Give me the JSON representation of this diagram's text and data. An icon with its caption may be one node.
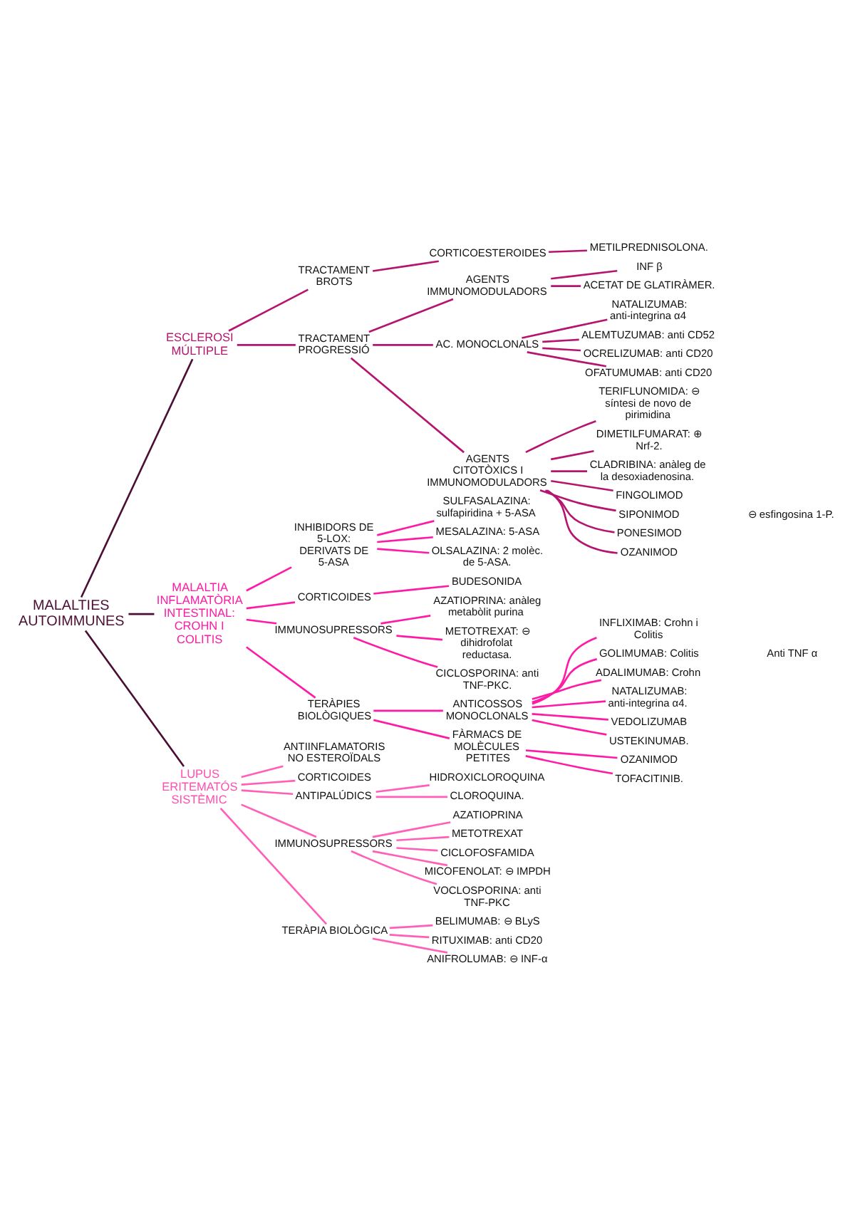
{
  "diagram": {
    "nodes": [
      {
        "text": [
          "MALALTIES AUTOIMMUNES"
        ]
      },
      {
        "text": [
          "ESCLEROSI MÚLTIPLE"
        ]
      },
      {
        "text": [
          "TRACTAMENT BROTS"
        ]
      },
      {
        "text": [
          "CORTICOESTEROIDES"
        ]
      },
      {
        "text": [
          "METILPREDNISOLONA."
        ]
      },
      {
        "text": [
          "TRACTAMENT PROGRESSIÓ"
        ]
      },
      {
        "text": [
          "AGENTS IMMUNOMODULADORS"
        ]
      },
      {
        "text": [
          "INF β"
        ]
      },
      {
        "text": [
          "ACETAT DE GLATIRÀMER."
        ]
      },
      {
        "text": [
          "AC. MONOCLONALS"
        ]
      },
      {
        "text": [
          "NATALIZUMAB: anti-integrina α4"
        ]
      },
      {
        "text": [
          "ALEMTUZUMAB: anti CD52"
        ]
      },
      {
        "text": [
          "OCRELIZUMAB: anti CD20"
        ]
      },
      {
        "text": [
          "OFATUMUMAB: anti CD20"
        ]
      },
      {
        "text": [
          "AGENTS CITOTÒXICS I IMMUNOMODULADORS"
        ]
      },
      {
        "text": [
          "TERIFLUNOMIDA: ⊖ síntesi de novo de pirimidina"
        ]
      },
      {
        "text": [
          "DIMETILFUMARAT: ⊕ Nrf-2."
        ]
      },
      {
        "text": [
          "CLADRIBINA: anàleg de la desoxiadenosina."
        ]
      },
      {
        "text": [
          "FINGOLIMOD"
        ]
      },
      {
        "text": [
          "SIPONIMOD"
        ]
      },
      {
        "text": [
          "PONESIMOD"
        ]
      },
      {
        "text": [
          "OZANIMOD"
        ]
      },
      {
        "text": [
          "MALALTIA INFLAMATÒRIA INTESTINAL: CROHN I COLITIS"
        ]
      },
      {
        "text": [
          "INHIBIDORS DE 5-LOX: DERIVATS DE 5-ASA"
        ]
      },
      {
        "text": [
          "SULFASALAZINA: sulfapiridina + 5-ASA"
        ]
      },
      {
        "text": [
          "MESALAZINA: 5-ASA"
        ]
      },
      {
        "text": [
          "OLSALAZINA: 2 molèc. de 5-ASA."
        ]
      },
      {
        "text": [
          "CORTICOIDES"
        ]
      },
      {
        "text": [
          "BUDESONIDA"
        ]
      },
      {
        "text": [
          "IMMUNOSUPRESSORS"
        ]
      },
      {
        "text": [
          "AZATIOPRINA: anàleg metabòlit purina"
        ]
      },
      {
        "text": [
          "METOTREXAT: ⊖ dihidrofolat reductasa."
        ]
      },
      {
        "text": [
          "CICLOSPORINA: anti TNF-PKC."
        ]
      },
      {
        "text": [
          "TERÀPIES BIOLÒGIQUES"
        ]
      },
      {
        "text": [
          "ANTICOSSOS MONOCLONALS"
        ]
      },
      {
        "text": [
          "INFLIXIMAB: Crohn i Colitis"
        ]
      },
      {
        "text": [
          "GOLIMUMAB: Colitis"
        ]
      },
      {
        "text": [
          "ADALIMUMAB: Crohn"
        ]
      },
      {
        "text": [
          "NATALIZUMAB: anti-integrina α4."
        ]
      },
      {
        "text": [
          "VEDOLIZUMAB"
        ]
      },
      {
        "text": [
          "USTEKINUMAB."
        ]
      },
      {
        "text": [
          "FÀRMACS DE MOLÈCULES PETITES"
        ]
      },
      {
        "text": [
          "OZANIMOD"
        ]
      },
      {
        "text": [
          "TOFACITINIB."
        ]
      },
      {
        "text": [
          "LUPUS ERITEMATÓS SISTÈMIC"
        ]
      },
      {
        "text": [
          "ANTIINFLAMATORIS NO ESTEROÏDALS"
        ]
      },
      {
        "text": [
          "CORTICOIDES"
        ]
      },
      {
        "text": [
          "ANTIPALÚDICS"
        ]
      },
      {
        "text": [
          "HIDROXICLOROQUINA"
        ]
      },
      {
        "text": [
          "CLOROQUINA."
        ]
      },
      {
        "text": [
          "IMMUNOSUPRESSORS"
        ]
      },
      {
        "text": [
          "AZATIOPRINA"
        ]
      },
      {
        "text": [
          "METOTREXAT"
        ]
      },
      {
        "text": [
          "CICLOFOSFAMIDA"
        ]
      },
      {
        "text": [
          "MICOFENOLAT: ⊖ IMPDH"
        ]
      },
      {
        "text": [
          "VOCLOSPORINA: anti TNF-PKC"
        ]
      },
      {
        "text": [
          "TERÀPIA BIOLÒGICA"
        ]
      },
      {
        "text": [
          "BELIMUMAB: ⊖ BLyS"
        ]
      },
      {
        "text": [
          "RITUXIMAB: anti CD20"
        ]
      },
      {
        "text": [
          "ANIFROLUMAB: ⊖ INF-α"
        ]
      }
    ],
    "edges": [
      {
        "from": 0,
        "to": 1,
        "arrow": "none",
        "color": "#4b0f33"
      },
      {
        "from": 1,
        "to": 2,
        "arrow": "none",
        "color": "#b5156f"
      },
      {
        "from": 2,
        "to": 3,
        "arrow": "none",
        "color": "#b5156f"
      },
      {
        "from": 3,
        "to": 4,
        "arrow": "none",
        "color": "#b5156f"
      },
      {
        "from": 1,
        "to": 5,
        "arrow": "none",
        "color": "#b5156f"
      },
      {
        "from": 5,
        "to": 6,
        "arrow": "none",
        "color": "#b5156f"
      },
      {
        "from": 6,
        "to": 7,
        "arrow": "none",
        "color": "#b5156f"
      },
      {
        "from": 6,
        "to": 8,
        "arrow": "none",
        "color": "#b5156f"
      },
      {
        "from": 5,
        "to": 9,
        "arrow": "none",
        "color": "#b5156f"
      },
      {
        "from": 9,
        "to": 10,
        "arrow": "none",
        "color": "#b5156f"
      },
      {
        "from": 9,
        "to": 11,
        "arrow": "none",
        "color": "#b5156f"
      },
      {
        "from": 9,
        "to": 12,
        "arrow": "none",
        "color": "#b5156f"
      },
      {
        "from": 9,
        "to": 13,
        "arrow": "none",
        "color": "#b5156f"
      },
      {
        "from": 5,
        "to": 14,
        "arrow": "none",
        "color": "#b5156f"
      },
      {
        "from": 14,
        "to": 15,
        "arrow": "none",
        "color": "#b5156f"
      },
      {
        "from": 14,
        "to": 16,
        "arrow": "none",
        "color": "#b5156f"
      },
      {
        "from": 14,
        "to": 17,
        "arrow": "none",
        "color": "#b5156f"
      },
      {
        "from": 14,
        "to": 18,
        "arrow": "none",
        "color": "#b5156f"
      },
      {
        "from": 14,
        "to": 19,
        "arrow": "none",
        "color": "#b5156f"
      },
      {
        "from": 14,
        "to": 20,
        "arrow": "none",
        "color": "#b5156f"
      },
      {
        "from": 14,
        "to": 21,
        "arrow": "none",
        "color": "#b5156f"
      },
      {
        "from": 0,
        "to": 22,
        "arrow": "none",
        "color": "#4b0f33"
      },
      {
        "from": 22,
        "to": 23,
        "arrow": "none"
      },
      {
        "from": 23,
        "to": 24,
        "arrow": "none"
      },
      {
        "from": 23,
        "to": 25,
        "arrow": "none"
      },
      {
        "from": 23,
        "to": 26,
        "arrow": "none"
      },
      {
        "from": 22,
        "to": 27,
        "arrow": "none"
      },
      {
        "from": 27,
        "to": 28,
        "arrow": "none"
      },
      {
        "from": 22,
        "to": 29,
        "arrow": "none"
      },
      {
        "from": 29,
        "to": 30,
        "arrow": "none"
      },
      {
        "from": 29,
        "to": 31,
        "arrow": "none"
      },
      {
        "from": 29,
        "to": 32,
        "arrow": "none"
      },
      {
        "from": 22,
        "to": 33,
        "arrow": "none"
      },
      {
        "from": 33,
        "to": 34,
        "arrow": "none"
      },
      {
        "from": 34,
        "to": 35,
        "arrow": "none"
      },
      {
        "from": 34,
        "to": 36,
        "arrow": "none"
      },
      {
        "from": 34,
        "to": 37,
        "arrow": "none"
      },
      {
        "from": 34,
        "to": 38,
        "arrow": "none"
      },
      {
        "from": 34,
        "to": 39,
        "arrow": "none"
      },
      {
        "from": 34,
        "to": 40,
        "arrow": "none"
      },
      {
        "from": 33,
        "to": 41,
        "arrow": "none"
      },
      {
        "from": 41,
        "to": 42,
        "arrow": "none"
      },
      {
        "from": 41,
        "to": 43,
        "arrow": "none"
      },
      {
        "from": 0,
        "to": 44,
        "arrow": "none",
        "color": "#4b0f33"
      },
      {
        "from": 44,
        "to": 45,
        "arrow": "none",
        "color": "#ff5fb8"
      },
      {
        "from": 44,
        "to": 46,
        "arrow": "none",
        "color": "#ff5fb8"
      },
      {
        "from": 44,
        "to": 47,
        "arrow": "none",
        "color": "#ff5fb8"
      },
      {
        "from": 47,
        "to": 48,
        "arrow": "none",
        "color": "#ff5fb8"
      },
      {
        "from": 47,
        "to": 49,
        "arrow": "none",
        "color": "#ff5fb8"
      },
      {
        "from": 44,
        "to": 50,
        "arrow": "none",
        "color": "#ff5fb8"
      },
      {
        "from": 50,
        "to": 51,
        "arrow": "none",
        "color": "#ff5fb8"
      },
      {
        "from": 50,
        "to": 52,
        "arrow": "none",
        "color": "#ff5fb8"
      },
      {
        "from": 50,
        "to": 53,
        "arrow": "none",
        "color": "#ff5fb8"
      },
      {
        "from": 50,
        "to": 54,
        "arrow": "none",
        "color": "#ff5fb8"
      },
      {
        "from": 50,
        "to": 55,
        "arrow": "none",
        "color": "#ff5fb8"
      },
      {
        "from": 44,
        "to": 56,
        "arrow": "none",
        "color": "#ff5fb8"
      },
      {
        "from": 56,
        "to": 57,
        "arrow": "none",
        "color": "#ff5fb8"
      },
      {
        "from": 56,
        "to": 58,
        "arrow": "none",
        "color": "#ff5fb8"
      },
      {
        "from": 56,
        "to": 59,
        "arrow": "none",
        "color": "#ff5fb8"
      }
    ],
    "labels": [
      "⊖ esfingosina 1-P.",
      "Anti TNF α"
    ]
  }
}
